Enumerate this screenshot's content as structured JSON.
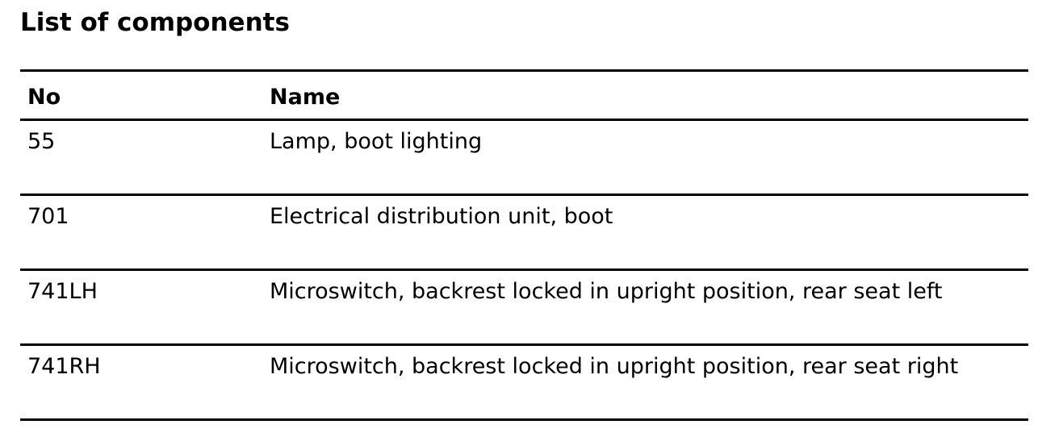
{
  "document": {
    "title": "List of components",
    "table": {
      "headers": {
        "no": "No",
        "name": "Name"
      },
      "rows": [
        {
          "no": "55",
          "name": "Lamp, boot lighting"
        },
        {
          "no": "701",
          "name": "Electrical distribution unit, boot"
        },
        {
          "no": "741LH",
          "name": "Microswitch, backrest locked in upright position, rear seat left"
        },
        {
          "no": "741RH",
          "name": "Microswitch, backrest locked in upright position, rear seat right"
        }
      ]
    }
  }
}
